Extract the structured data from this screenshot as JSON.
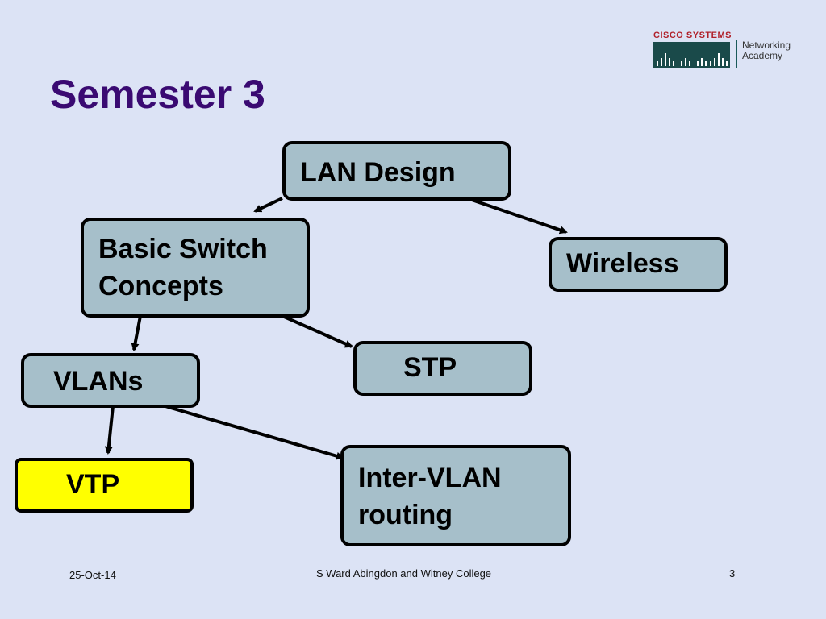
{
  "title": "Semester 3",
  "logo": {
    "brand": "CISCO SYSTEMS",
    "line1": "Networking",
    "line2": "Academy"
  },
  "nodes": {
    "lan_design": "LAN Design",
    "basic_switch_line1": "Basic Switch",
    "basic_switch_line2": "Concepts",
    "wireless": "Wireless",
    "stp": "STP",
    "vlans": "VLANs",
    "vtp": "VTP",
    "inter_vlan_line1": "Inter-VLAN",
    "inter_vlan_line2": "routing"
  },
  "footer": {
    "date": "25-Oct-14",
    "author": "S Ward  Abingdon and Witney College",
    "page": "3"
  },
  "colors": {
    "background": "#dce3f5",
    "node_fill": "#a6bfca",
    "highlight_fill": "#ffff00",
    "title": "#3a0a72",
    "brand": "#b0202a"
  }
}
